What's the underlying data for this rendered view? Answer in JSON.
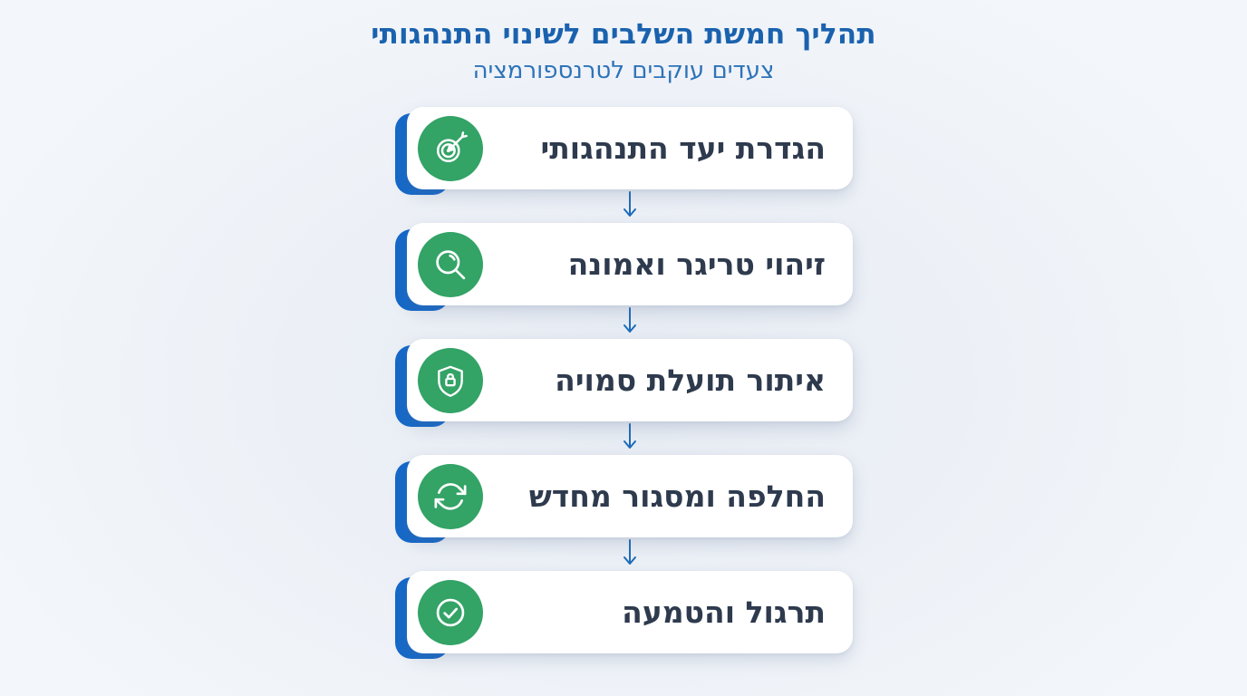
{
  "header": {
    "title": "תהליך חמשת השלבים לשינוי התנהגותי",
    "subtitle": "צעדים עוקבים לטרנספורמציה"
  },
  "steps": [
    {
      "label": "הגדרת יעד התנהגותי",
      "icon": "target-icon"
    },
    {
      "label": "זיהוי טריגר ואמונה",
      "icon": "magnifier-icon"
    },
    {
      "label": "איתור תועלת סמויה",
      "icon": "shield-lock-icon"
    },
    {
      "label": "החלפה ומסגור מחדש",
      "icon": "refresh-icon"
    },
    {
      "label": "תרגול והטמעה",
      "icon": "check-circle-icon"
    }
  ],
  "colors": {
    "bg_center": "#e6ebf3",
    "bg_edge": "#f3f6fa",
    "title_blue": "#1a62ae",
    "subtitle_blue": "#2e73b8",
    "accent_blue": "#1468c8",
    "icon_green": "#33a366",
    "card_text": "#2e3a4d",
    "arrow_blue": "#1d6cb8"
  }
}
